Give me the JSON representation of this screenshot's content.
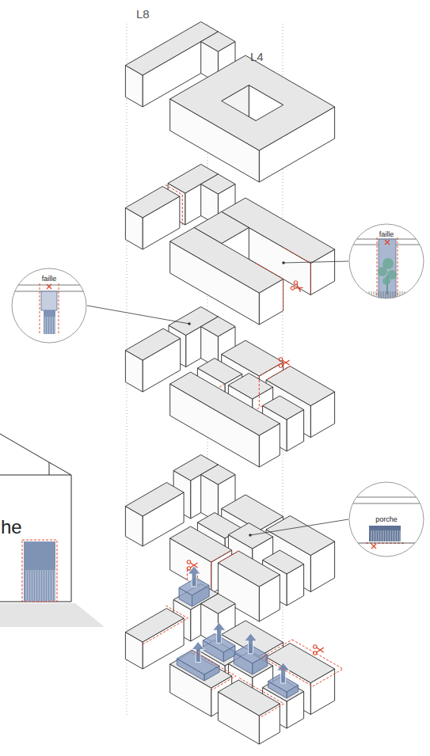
{
  "diagram": {
    "nodes": [
      {
        "text": [
          "faille"
        ]
      },
      {
        "text": [
          "faille"
        ]
      },
      {
        "text": [
          "porche"
        ]
      }
    ],
    "labels": [
      "L8",
      "L4",
      "he"
    ]
  }
}
